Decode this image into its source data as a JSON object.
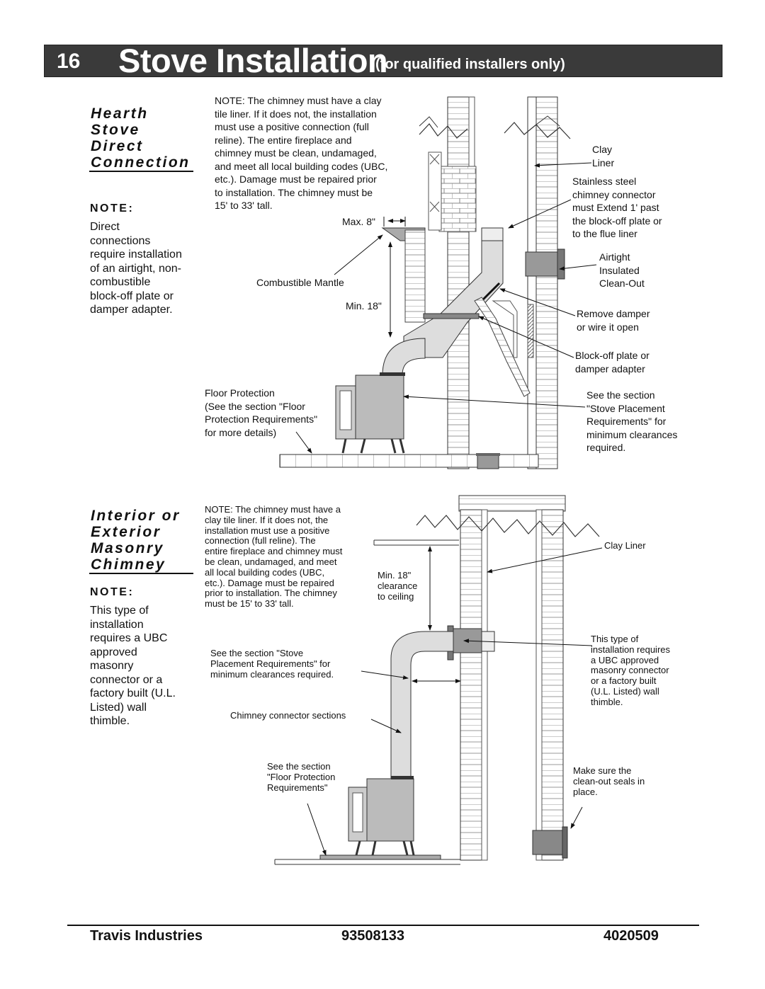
{
  "header": {
    "page_number": "16",
    "title": "Stove Installation",
    "subtitle": "(for qualified installers only)"
  },
  "section1": {
    "title_lines": [
      "Hearth",
      "Stove",
      "Direct",
      "Connection"
    ],
    "note_heading": "NOTE:",
    "note_lines": [
      "Direct",
      "connections",
      "require installation",
      "of an airtight, non-",
      "combustible",
      "block-off plate or",
      "damper adapter."
    ],
    "chimney_note_lines": [
      "NOTE: The chimney must have a clay",
      "tile liner.  If it does not, the installation",
      "must use a positive connection (full",
      "reline).  The entire fireplace and",
      "chimney must be clean, undamaged,",
      "and meet all local building codes (UBC,",
      "etc.).  Damage must be repaired prior",
      "to installation.  The chimney must be",
      "15' to 33' tall."
    ],
    "max_label": "Max. 8\"",
    "min_label": "Min. 18\"",
    "combustible_mantle": "Combustible Mantle",
    "floor_protection_lines": [
      "Floor Protection",
      "(See the section \"Floor",
      "Protection Requirements\"",
      "for more details)"
    ],
    "clay_liner_lines": [
      "Clay",
      "Liner"
    ],
    "stainless_lines": [
      "Stainless steel",
      "chimney connector",
      "must Extend 1' past",
      "the block-off plate or",
      "to the flue liner"
    ],
    "cleanout_lines": [
      "Airtight",
      "Insulated",
      "Clean-Out"
    ],
    "damper_lines": [
      "Remove damper",
      "or wire it open"
    ],
    "blockoff_lines": [
      "Block-off plate or",
      "damper adapter"
    ],
    "placement_lines": [
      "See the section",
      "\"Stove Placement",
      "Requirements\" for",
      "minimum clearances",
      "required."
    ]
  },
  "section2": {
    "title_lines": [
      "Interior  or",
      "Exterior",
      "Masonry",
      "Chimney"
    ],
    "note_heading": "NOTE:",
    "note_lines": [
      "This type of",
      "installation",
      "requires a UBC",
      "approved",
      "masonry",
      "connector or a",
      "factory built (U.L.",
      "Listed) wall",
      "thimble."
    ],
    "chimney_note_lines": [
      "NOTE: The chimney must have a",
      "clay tile liner.  If it does not, the",
      "installation must use a positive",
      "connection (full reline).  The",
      "entire fireplace and chimney must",
      "be clean, undamaged, and meet",
      "all local building codes (UBC,",
      "etc.).  Damage must be repaired",
      "prior to installation.  The chimney",
      "must be 15' to 33' tall."
    ],
    "min_clearance_lines": [
      "Min. 18\"",
      "clearance",
      "to ceiling"
    ],
    "clay_liner": "Clay Liner",
    "placement_lines": [
      "See the section \"Stove",
      "Placement Requirements\" for",
      "minimum clearances required."
    ],
    "connector_sections": "Chimney connector sections",
    "floor_protection_lines": [
      "See the section",
      "\"Floor Protection",
      "Requirements\""
    ],
    "thimble_lines": [
      "This type of",
      "installation requires",
      "a UBC approved",
      "masonry connector",
      "or a factory built",
      "(U.L. Listed) wall",
      "thimble."
    ],
    "cleanout_lines": [
      "Make sure the",
      "clean-out seals in",
      "place."
    ]
  },
  "footer": {
    "company": "Travis Industries",
    "part_number": "93508133",
    "date_code": "4020509"
  }
}
